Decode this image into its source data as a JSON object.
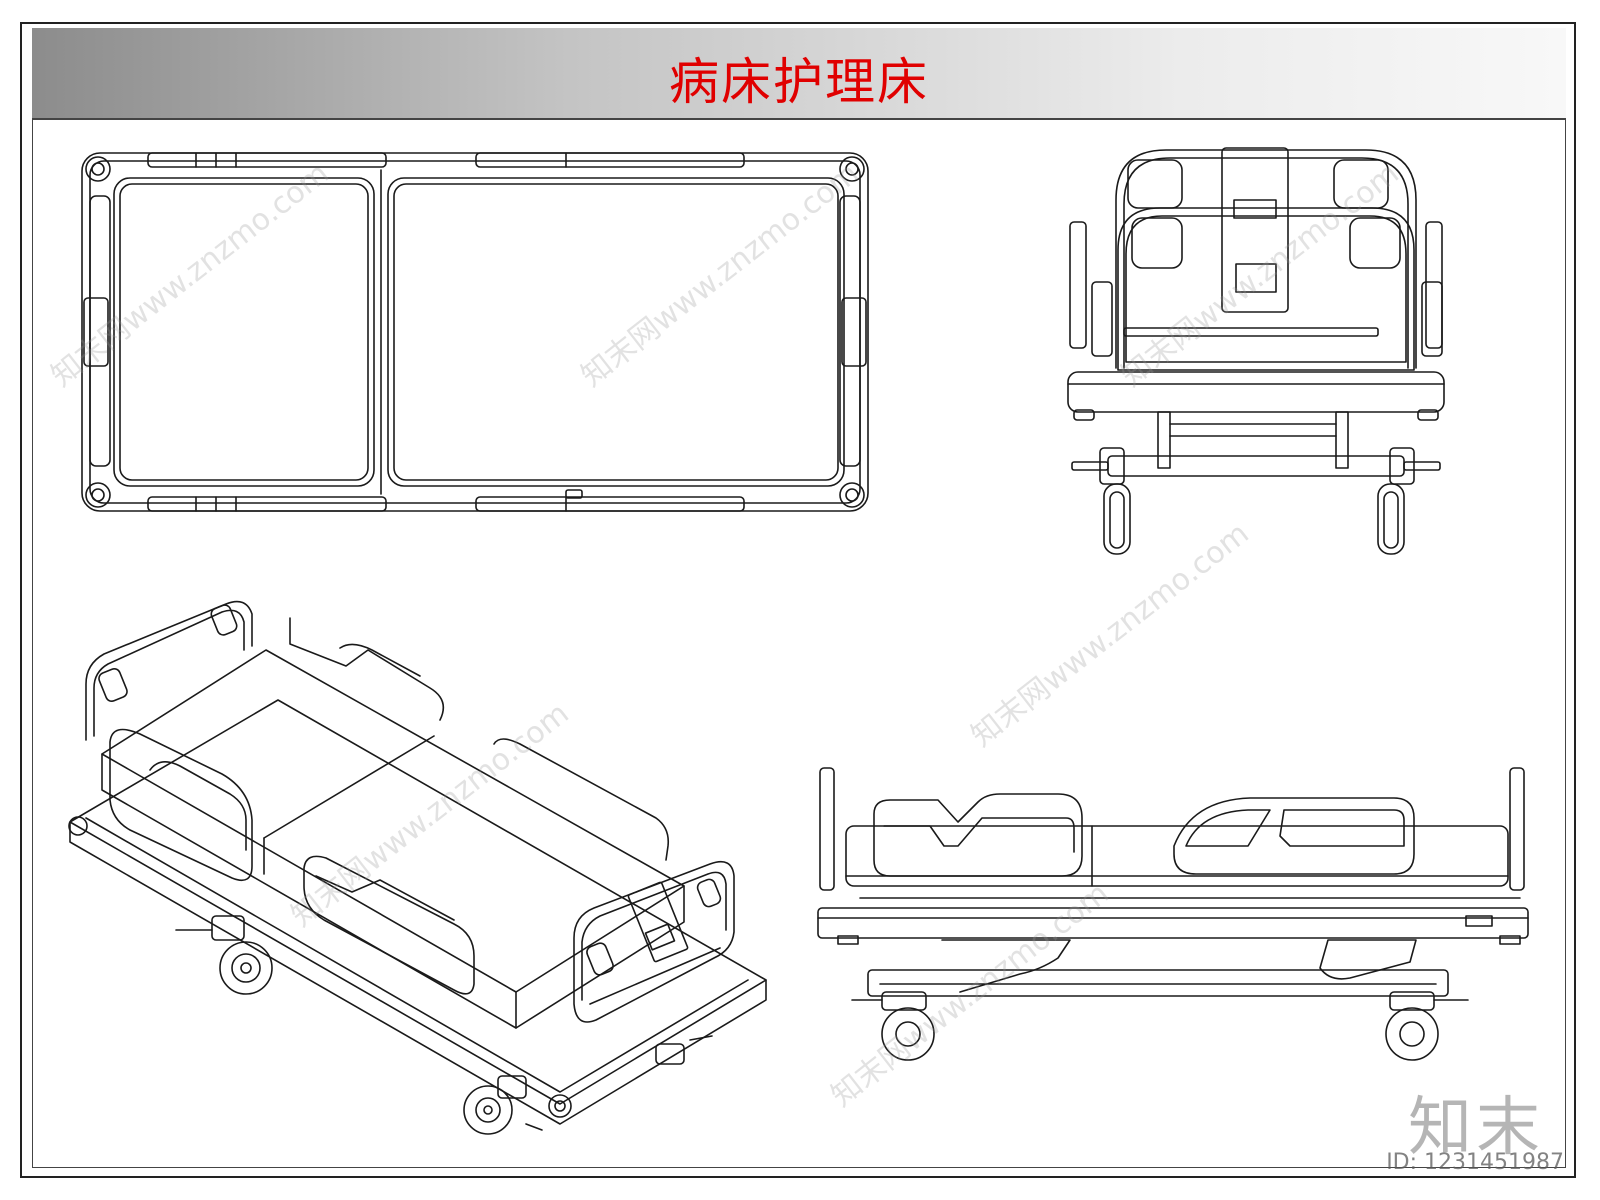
{
  "title": "病床护理床",
  "watermark": {
    "logo": "知末",
    "id": "ID: 1231451987",
    "diagonal": "知末网www.znzmo.com"
  },
  "colors": {
    "title": "#e00000",
    "line": "#1a1a1a"
  }
}
